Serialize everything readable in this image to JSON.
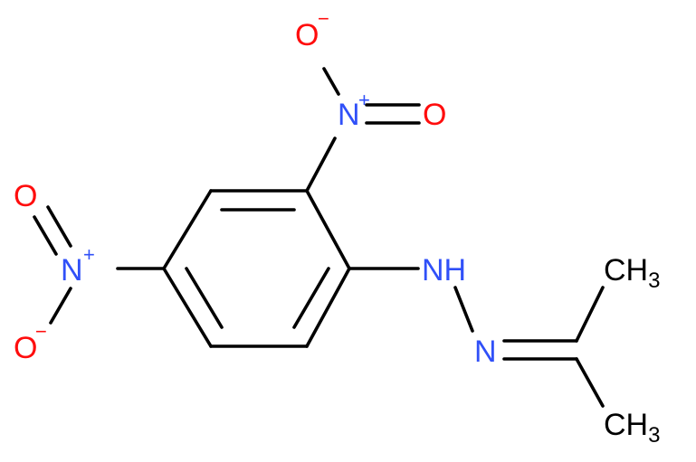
{
  "colors": {
    "bond": "#000000",
    "nitrogen": "#3050f8",
    "oxygen": "#ff0d0d",
    "carbon_label": "#000000"
  },
  "atoms": {
    "nitro_top_oxygen_anion": {
      "symbol": "O",
      "charge": "−"
    },
    "nitro_top_nitrogen": {
      "symbol": "N",
      "charge": "+"
    },
    "nitro_top_oxygen": {
      "symbol": "O"
    },
    "nitro_left_oxygen": {
      "symbol": "O"
    },
    "nitro_left_nitrogen": {
      "symbol": "N",
      "charge": "+"
    },
    "nitro_left_oxygen_anion": {
      "symbol": "O",
      "charge": "−"
    },
    "hydrazine_nh": {
      "symbol": "NH"
    },
    "hydrazone_n": {
      "symbol": "N"
    },
    "methyl_top": {
      "symbol": "CH",
      "subscript": "3"
    },
    "methyl_bottom": {
      "symbol": "CH",
      "subscript": "3"
    }
  }
}
